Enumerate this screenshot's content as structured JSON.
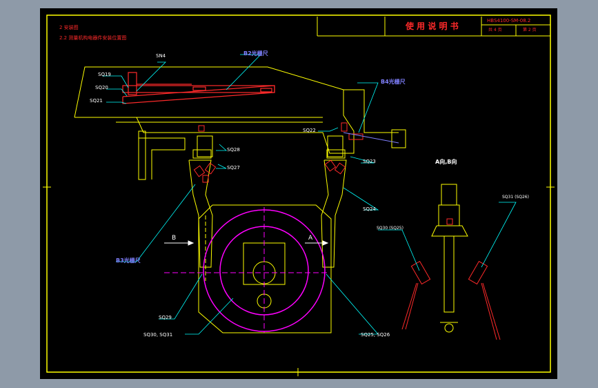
{
  "notes": {
    "line1": "2 安装图",
    "line2": "2.2 测量机构电器件安装位置图"
  },
  "title_block": {
    "title": "使 用 说 明 书",
    "doc_code": "HBS4100-SM-08.2",
    "sheet_total": "共 4 页",
    "sheet_no": "第 2 页"
  },
  "labels": {
    "b2_scale": "B2光栅尺",
    "b3_scale": "B3光栅尺",
    "b4_scale": "B4光栅尺",
    "sn4": "SN4",
    "sq19": "SQ19",
    "sq20": "SQ20",
    "sq21": "SQ21",
    "sq22": "SQ22",
    "sq23": "SQ23",
    "sq24": "SQ24",
    "sq25_26": "SQ25, SQ26",
    "sq27": "SQ27",
    "sq28": "SQ28",
    "sq29": "SQ29",
    "sq30_31": "SQ30, SQ31",
    "arrow_b": "B",
    "arrow_a": "A",
    "view_ab": "A向,B向",
    "sq30_25": "SQ30 (SQ25)",
    "sq31_26": "SQ31 (SQ26)"
  },
  "colors": {
    "frame": "#ffff00",
    "title_red": "#ff2a2a",
    "leader_cyan": "#00ffff",
    "circle_magenta": "#ff00ff",
    "scale_blue": "#8080ff"
  }
}
